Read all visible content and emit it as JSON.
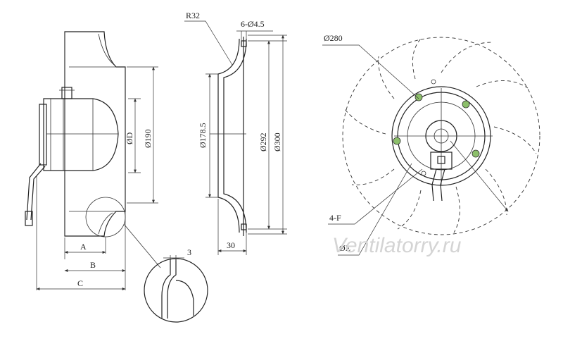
{
  "labels": {
    "r32": "R32",
    "holes": "6-Ø4.5",
    "d280": "Ø280",
    "d190": "Ø190",
    "dD": "ØD",
    "d1785": "Ø178.5",
    "d292": "Ø292",
    "d300": "Ø300",
    "a": "A",
    "b": "B",
    "c": "C",
    "w30": "30",
    "t3": "3",
    "f4": "4-F",
    "dE": "ØE"
  },
  "watermark": "Ventilatorry.ru",
  "colors": {
    "line": "#222222",
    "accent_green": "#8cbf6a",
    "watermark": "#d4d4d4"
  }
}
